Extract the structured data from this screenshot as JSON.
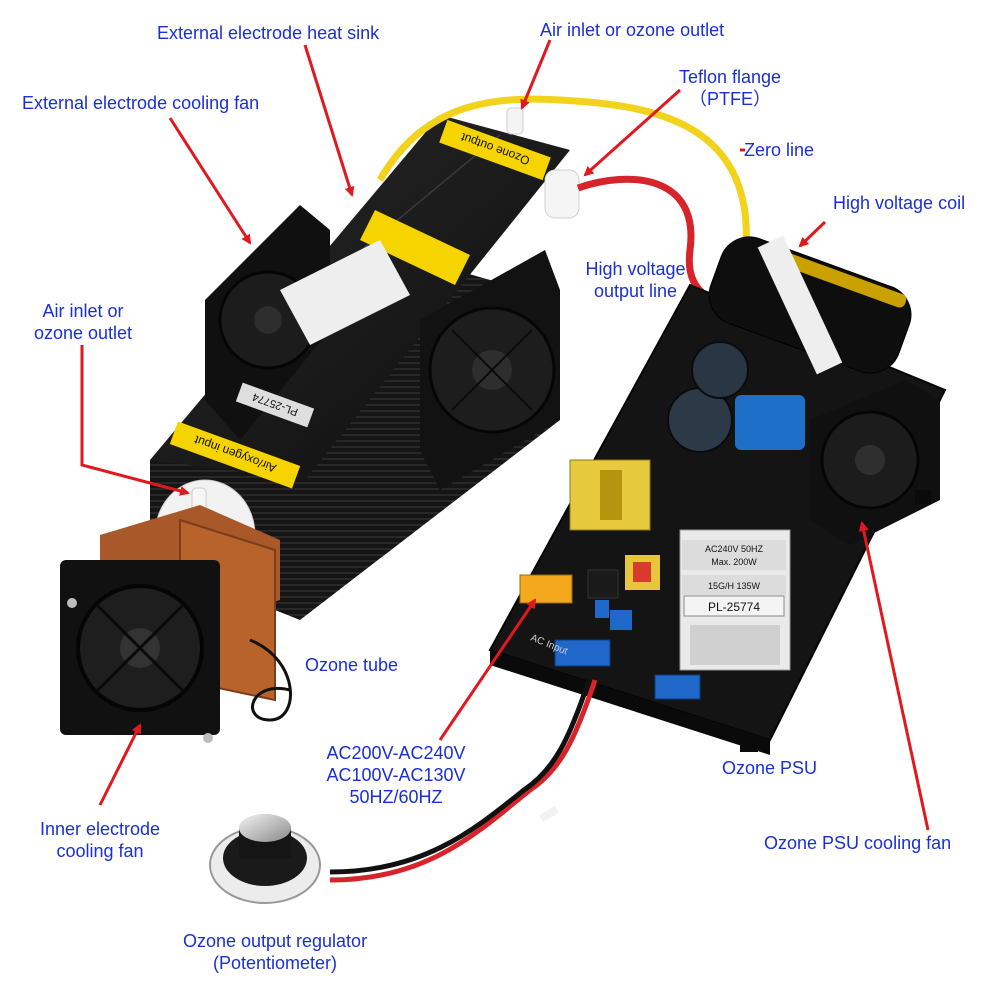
{
  "labels": {
    "ext_heat_sink": "External electrode heat sink",
    "air_inlet_top": "Air inlet or ozone outlet",
    "teflon_1": "Teflon flange",
    "teflon_2": "（PTFE）",
    "ext_fan": "External electrode cooling fan",
    "zero_line": "Zero line",
    "hv_coil": "High voltage coil",
    "hv_out_1": "High voltage",
    "hv_out_2": "output line",
    "air_inlet_left_1": "Air inlet or",
    "air_inlet_left_2": "ozone outlet",
    "ozone_tube": "Ozone tube",
    "ac_1": "AC200V-AC240V",
    "ac_2": "AC100V-AC130V",
    "ac_3": "50HZ/60HZ",
    "psu": "Ozone PSU",
    "inner_fan_1": "Inner electrode",
    "inner_fan_2": "cooling fan",
    "psu_fan": "Ozone PSU cooling fan",
    "regulator_1": "Ozone output regulator",
    "regulator_2": "(Potentiometer)"
  },
  "device_text": {
    "ozone_output": "Ozone output",
    "air_oxygen_input": "Air/oxygen input",
    "model_plate": "PL-25774",
    "board_model": "PL-25774",
    "board_power_1": "AC240V 50HZ",
    "board_power_2": "Max. 200W",
    "board_rating": "15G/H 135W",
    "board_ac_input": "AC Input"
  },
  "colors": {
    "label_text": "#1a2fd6",
    "arrow": "#e0191f",
    "heat_sink": "#1b1b1b",
    "pcb": "#141414",
    "yellow_wire": "#f2d21a",
    "red_wire": "#d8232a",
    "warning_label": "#f5d400",
    "fan_frame": "#111111",
    "flange_brown": "#b8632c"
  }
}
